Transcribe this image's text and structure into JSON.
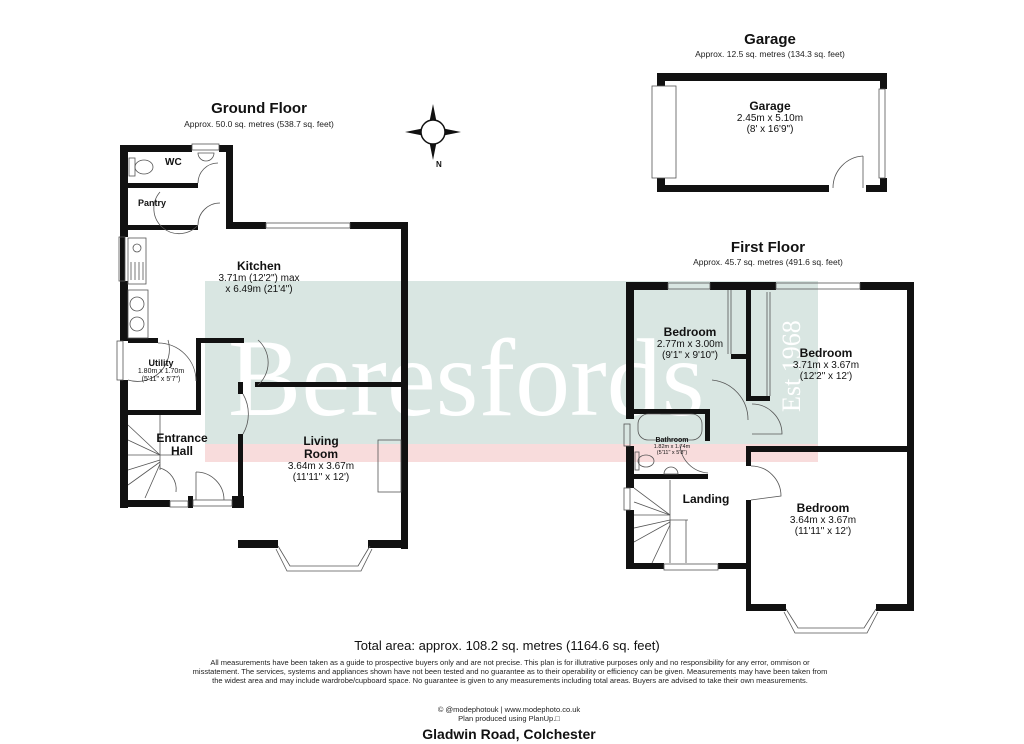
{
  "colors": {
    "wall": "#111111",
    "watermark_band": "#d9e6e2",
    "watermark_accent": "#f8dcdc",
    "background": "#ffffff"
  },
  "ground_floor": {
    "title": "Ground Floor",
    "area": "Approx. 50.0 sq. metres (538.7 sq. feet)",
    "rooms": {
      "wc": {
        "name": "WC"
      },
      "pantry": {
        "name": "Pantry"
      },
      "kitchen": {
        "name": "Kitchen",
        "dim1": "3.71m (12'2\") max",
        "dim2": "x 6.49m (21'4\")"
      },
      "utility": {
        "name": "Utility",
        "dim1": "1.80m x 1.70m",
        "dim2": "(5'11\" x 5'7\")"
      },
      "entrance_hall": {
        "name1": "Entrance",
        "name2": "Hall"
      },
      "living_room": {
        "name1": "Living",
        "name2": "Room",
        "dim1": "3.64m x 3.67m",
        "dim2": "(11'11\" x 12')"
      }
    }
  },
  "garage": {
    "title": "Garage",
    "area": "Approx. 12.5 sq. metres (134.3 sq. feet)",
    "room": {
      "name": "Garage",
      "dim1": "2.45m x 5.10m",
      "dim2": "(8' x 16'9\")"
    }
  },
  "first_floor": {
    "title": "First Floor",
    "area": "Approx. 45.7 sq. metres (491.6 sq. feet)",
    "rooms": {
      "bedroom_small": {
        "name": "Bedroom",
        "dim1": "2.77m x 3.00m",
        "dim2": "(9'1\" x 9'10\")"
      },
      "bedroom_rear": {
        "name": "Bedroom",
        "dim1": "3.71m x 3.67m",
        "dim2": "(12'2\" x 12')"
      },
      "bathroom": {
        "name": "Bathroom",
        "dim1": "1.82m x 1.74m",
        "dim2": "(5'11\" x 5'8\")"
      },
      "landing": {
        "name": "Landing"
      },
      "bedroom_front": {
        "name": "Bedroom",
        "dim1": "3.64m x 3.67m",
        "dim2": "(11'11\" x 12')"
      }
    }
  },
  "compass": {
    "label": "N",
    "icon": "compass-rose-icon"
  },
  "watermark": {
    "brand": "Beresfords",
    "est": "Est 1968"
  },
  "footer": {
    "total_area": "Total area: approx. 108.2 sq. metres (1164.6 sq. feet)",
    "disclaimer": "All measurements have been taken as a guide to prospective buyers only and are not precise. This plan is for illutrative purposes only and no responsibility for any error, ommison or misstatement. The services, systems and appliances shown have not been tested and no guarantee as to their operability or efficiency can be given. Measurements may have been taken from the widest area and may include wardrobe/cupboard space. No guarantee is given to any measurements including total areas. Buyers are advised to take their own measurements.",
    "credit_line1": "© @modephotouk | www.modephoto.co.uk",
    "credit_line2": "Plan produced using PlanUp.□",
    "address": "Gladwin Road, Colchester"
  }
}
